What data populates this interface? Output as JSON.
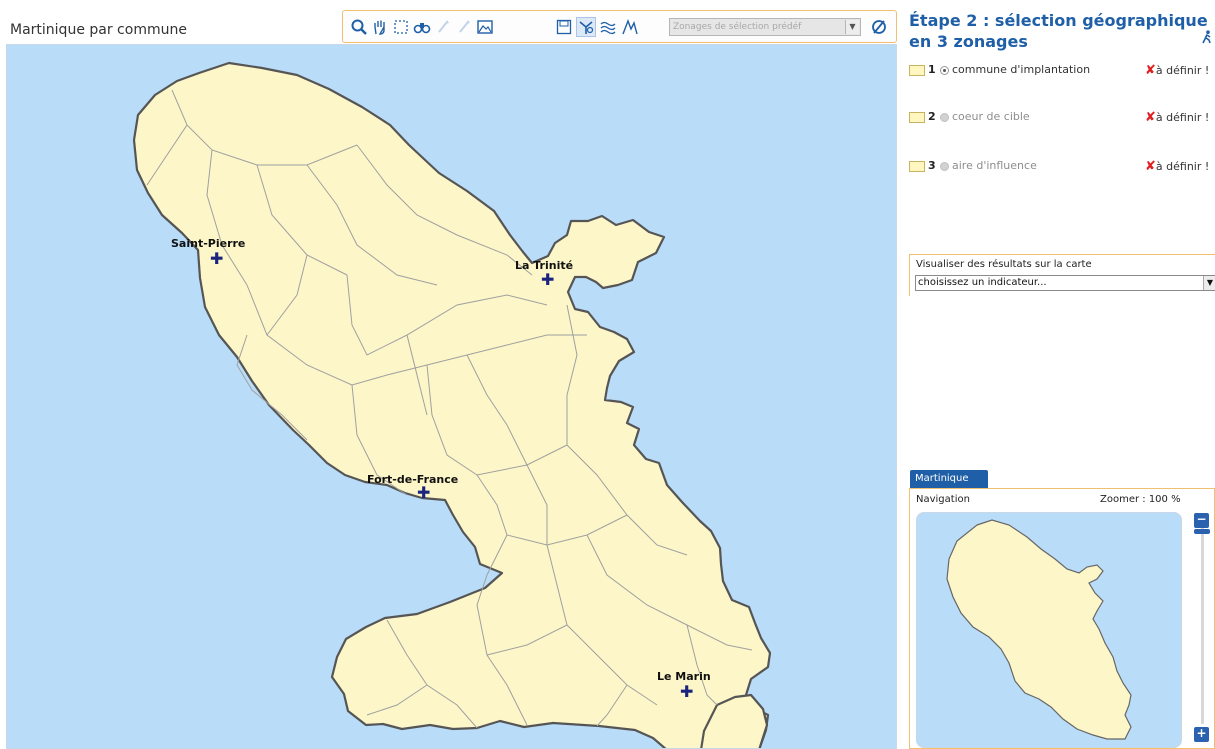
{
  "map": {
    "title": "Martinique par commune",
    "towns": [
      {
        "name": "Saint-Pierre"
      },
      {
        "name": "La Trinité"
      },
      {
        "name": "Fort-de-France"
      },
      {
        "name": "Le Marin"
      }
    ],
    "colors": {
      "sea": "#b9dcf8",
      "land": "#fdf6c8",
      "coast": "#555555",
      "border": "#a0a0a0",
      "marker": "#1a237e"
    }
  },
  "toolbar": {
    "tools": [
      "zoom-icon",
      "pan-hand-icon",
      "select-frame-icon",
      "binoculars-icon",
      "disabled-tool-icon",
      "disabled-tool-icon",
      "image-export-icon",
      "save-icon",
      "filter-active-icon",
      "waves-layer-icon",
      "relief-layer-icon"
    ],
    "select_value": "Zonages de sélection prédéf",
    "clear_icon": "clear-selection-icon"
  },
  "panel": {
    "title": "Étape 2 : sélection géographique en 3 zonages",
    "zones": [
      {
        "number": "1",
        "label": "commune d'implantation",
        "status": "à définir !",
        "selected": true
      },
      {
        "number": "2",
        "label": "coeur de cible",
        "status": "à définir !",
        "selected": false
      },
      {
        "number": "3",
        "label": "aire d'influence",
        "status": "à définir !",
        "selected": false
      }
    ],
    "indicator": {
      "label": "Visualiser des résultats sur la carte",
      "value": "choisissez un indicateur..."
    }
  },
  "navigation": {
    "tab": "Martinique",
    "label": "Navigation",
    "zoom_label": "Zoomer : 100 %",
    "zoom_percent": 100
  }
}
